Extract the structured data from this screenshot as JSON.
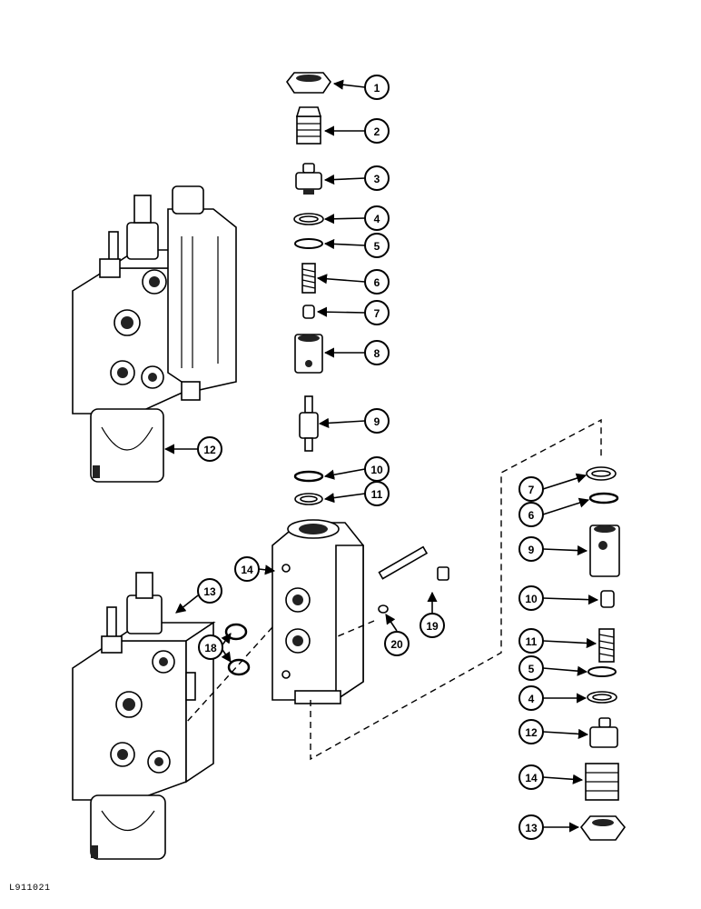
{
  "drawing_id": "L911021",
  "callouts": [
    {
      "id": "c1",
      "label": "1"
    },
    {
      "id": "c2",
      "label": "2"
    },
    {
      "id": "c3",
      "label": "3"
    },
    {
      "id": "c4a",
      "label": "4"
    },
    {
      "id": "c5a",
      "label": "5"
    },
    {
      "id": "c6a",
      "label": "6"
    },
    {
      "id": "c7a",
      "label": "7"
    },
    {
      "id": "c8",
      "label": "8"
    },
    {
      "id": "c9a",
      "label": "9"
    },
    {
      "id": "c10a",
      "label": "10"
    },
    {
      "id": "c11a",
      "label": "11"
    },
    {
      "id": "c12a",
      "label": "12"
    },
    {
      "id": "c13a",
      "label": "13"
    },
    {
      "id": "c14a",
      "label": "14"
    },
    {
      "id": "c18",
      "label": "18"
    },
    {
      "id": "c19",
      "label": "19"
    },
    {
      "id": "c20",
      "label": "20"
    },
    {
      "id": "c7b",
      "label": "7"
    },
    {
      "id": "c6b",
      "label": "6"
    },
    {
      "id": "c9b",
      "label": "9"
    },
    {
      "id": "c10b",
      "label": "10"
    },
    {
      "id": "c11b",
      "label": "11"
    },
    {
      "id": "c5b",
      "label": "5"
    },
    {
      "id": "c4b",
      "label": "4"
    },
    {
      "id": "c12b",
      "label": "12"
    },
    {
      "id": "c14b",
      "label": "14"
    },
    {
      "id": "c13b",
      "label": "13"
    }
  ]
}
